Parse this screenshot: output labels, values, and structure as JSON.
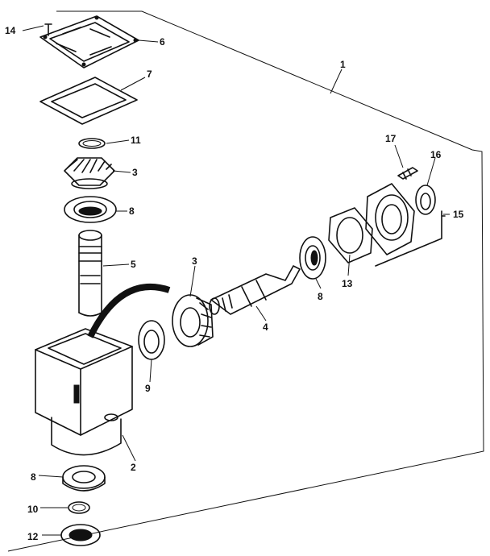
{
  "diagram": {
    "type": "exploded-parts-diagram",
    "callouts": [
      {
        "id": "c14",
        "label": "14",
        "part": "bolt"
      },
      {
        "id": "c6",
        "label": "6",
        "part": "cover-plate"
      },
      {
        "id": "c7",
        "label": "7",
        "part": "gasket"
      },
      {
        "id": "c11",
        "label": "11",
        "part": "retaining-ring"
      },
      {
        "id": "c3a",
        "label": "3",
        "part": "bevel-gear"
      },
      {
        "id": "c8a",
        "label": "8",
        "part": "bearing"
      },
      {
        "id": "c5",
        "label": "5",
        "part": "vertical-shaft"
      },
      {
        "id": "c1",
        "label": "1",
        "part": "gearbox-assembly"
      },
      {
        "id": "c17",
        "label": "17",
        "part": "screw"
      },
      {
        "id": "c16",
        "label": "16",
        "part": "seal"
      },
      {
        "id": "c15",
        "label": "15",
        "part": "bearing-cap-assembly"
      },
      {
        "id": "c3b",
        "label": "3",
        "part": "bevel-gear"
      },
      {
        "id": "c8b",
        "label": "8",
        "part": "bearing"
      },
      {
        "id": "c13",
        "label": "13",
        "part": "gasket"
      },
      {
        "id": "c4",
        "label": "4",
        "part": "input-shaft"
      },
      {
        "id": "c9",
        "label": "9",
        "part": "bearing"
      },
      {
        "id": "c2",
        "label": "2",
        "part": "gearbox-housing"
      },
      {
        "id": "c8c",
        "label": "8",
        "part": "bearing"
      },
      {
        "id": "c10",
        "label": "10",
        "part": "retaining-ring"
      },
      {
        "id": "c12",
        "label": "12",
        "part": "seal"
      }
    ]
  }
}
